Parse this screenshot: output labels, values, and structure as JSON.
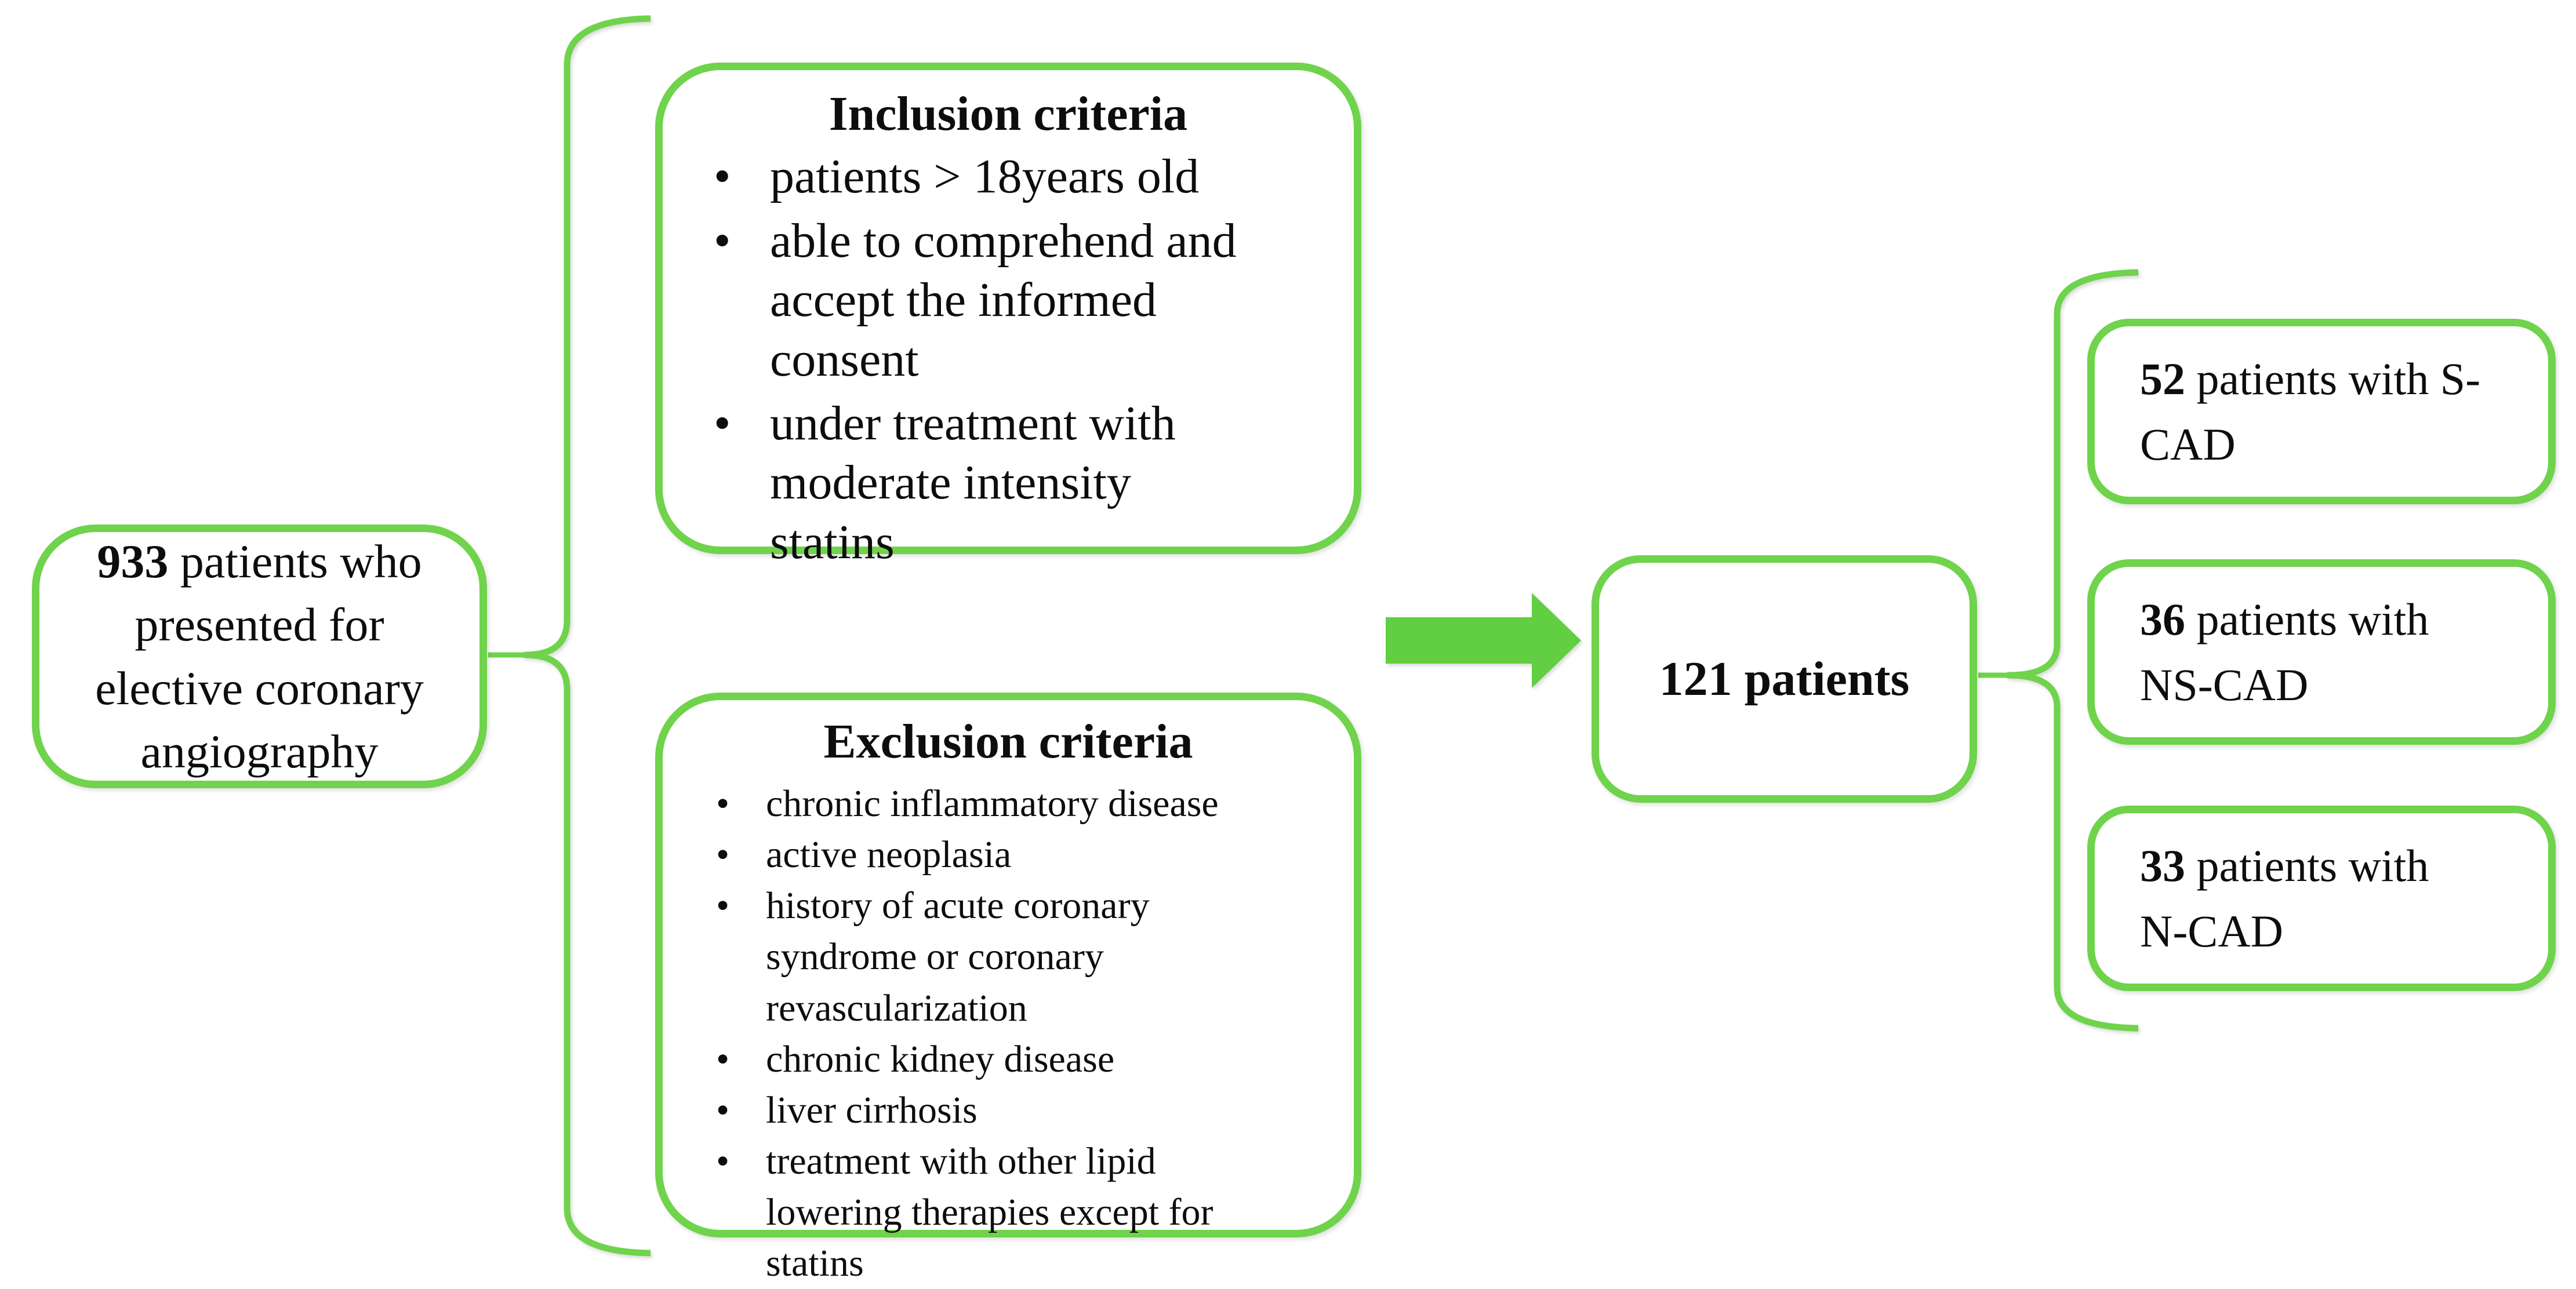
{
  "colors": {
    "box_border": "#6FD34B",
    "arrow": "#62CE41",
    "text": "#0d0d0d"
  },
  "bullet_glyph": "•",
  "source_box": {
    "count": "933",
    "label": " patients who\npresented for\nelective coronary\nangiography"
  },
  "inclusion": {
    "title": "Inclusion criteria",
    "bullets": [
      {
        "text": "patients > 18years old"
      },
      {
        "text": "able to comprehend and\naccept the informed\nconsent"
      },
      {
        "text": "under treatment with\nmoderate intensity\nstatins"
      }
    ]
  },
  "exclusion": {
    "title": "Exclusion criteria",
    "bullets": [
      {
        "text": "chronic inflammatory disease"
      },
      {
        "text": "active neoplasia"
      },
      {
        "text": "history of acute coronary\nsyndrome or coronary\nrevascularization"
      },
      {
        "text": "chronic kidney disease"
      },
      {
        "text": "liver cirrhosis"
      },
      {
        "text": "treatment with other lipid\nlowering therapies except for\nstatins"
      }
    ]
  },
  "result_box": {
    "label": "121 patients"
  },
  "outcome_boxes": [
    {
      "count": "52",
      "label": " patients with S-\nCAD"
    },
    {
      "count": "36",
      "label": " patients with\nNS-CAD"
    },
    {
      "count": "33",
      "label": " patients with\nN-CAD"
    }
  ]
}
